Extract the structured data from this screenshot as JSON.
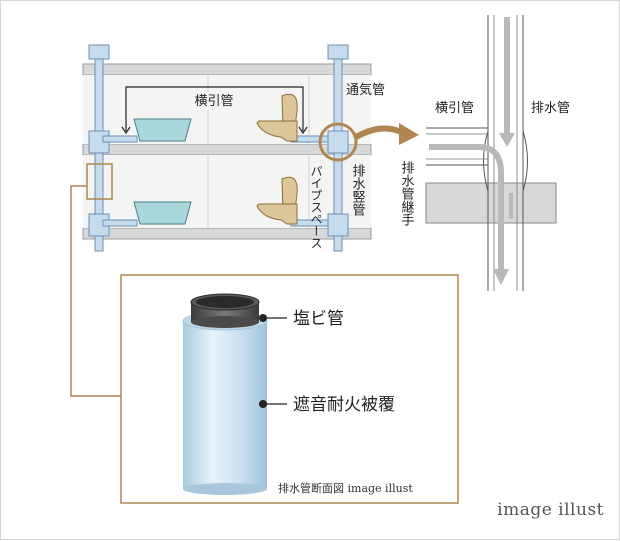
{
  "labels": {
    "horizontal_pipe": "横引管",
    "vent_pipe": "通気管",
    "pipe_space": "パイプスペース",
    "drain_stack": "排水竪管",
    "horizontal_pipe_detail": "横引管",
    "drain_pipe_detail": "排水管",
    "drain_fitting": "排水管継手",
    "pvc_pipe": "塩ビ管",
    "coating": "遮音耐火被覆",
    "cross_section_caption": "排水管断面図 image illust",
    "footer": "image illust"
  },
  "colors": {
    "pipe_blue": "#c5dcee",
    "pipe_outline": "#6d8fb3",
    "slab_gray": "#d7d8d8",
    "highlight_brown": "#b08550",
    "basin_cyan": "#a9d7dc",
    "toilet_beige": "#dcc69a"
  }
}
